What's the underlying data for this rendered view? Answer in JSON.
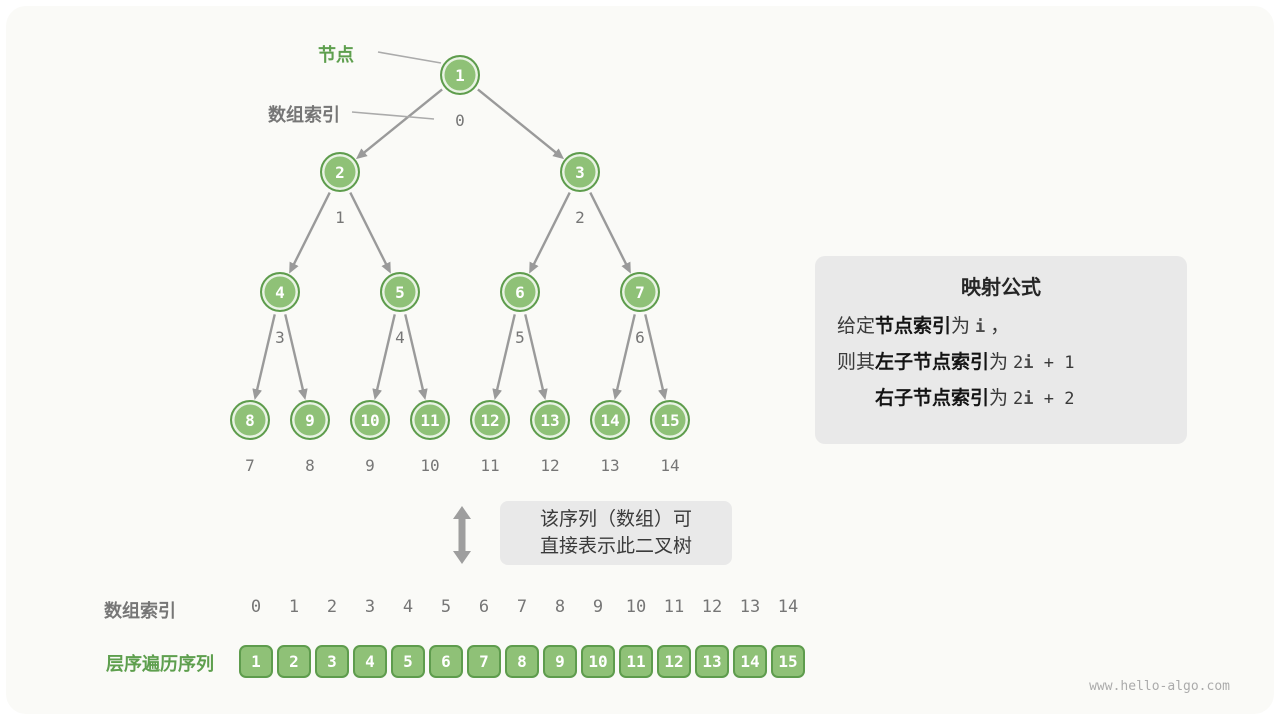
{
  "pointers": {
    "node_label": "节点",
    "index_label": "数组索引"
  },
  "tree": {
    "nodes": [
      {
        "value": "1",
        "index": "0"
      },
      {
        "value": "2",
        "index": "1"
      },
      {
        "value": "3",
        "index": "2"
      },
      {
        "value": "4",
        "index": "3"
      },
      {
        "value": "5",
        "index": "4"
      },
      {
        "value": "6",
        "index": "5"
      },
      {
        "value": "7",
        "index": "6"
      },
      {
        "value": "8",
        "index": "7"
      },
      {
        "value": "9",
        "index": "8"
      },
      {
        "value": "10",
        "index": "9"
      },
      {
        "value": "11",
        "index": "10"
      },
      {
        "value": "12",
        "index": "11"
      },
      {
        "value": "13",
        "index": "12"
      },
      {
        "value": "14",
        "index": "13"
      },
      {
        "value": "15",
        "index": "14"
      }
    ]
  },
  "formula": {
    "title": "映射公式",
    "line1": {
      "pre": "给定",
      "bold": "节点索引",
      "mid": "为",
      "code_pre": "",
      "code_var": "i",
      "code_post": "",
      "post": "，"
    },
    "line2": {
      "pre": "则其",
      "bold": "左子节点索引",
      "mid": "为",
      "code_pre": "2",
      "code_var": "i",
      "code_post": " + 1",
      "post": ""
    },
    "line3": {
      "pre": "",
      "bold": "右子节点索引",
      "mid": "为",
      "code_pre": "2",
      "code_var": "i",
      "code_post": " + 2",
      "post": ""
    }
  },
  "bridge": {
    "line1": "该序列（数组）可",
    "line2": "直接表示此二叉树"
  },
  "array_section": {
    "index_label": "数组索引",
    "sequence_label": "层序遍历序列",
    "indices": [
      "0",
      "1",
      "2",
      "3",
      "4",
      "5",
      "6",
      "7",
      "8",
      "9",
      "10",
      "11",
      "12",
      "13",
      "14"
    ],
    "values": [
      "1",
      "2",
      "3",
      "4",
      "5",
      "6",
      "7",
      "8",
      "9",
      "10",
      "11",
      "12",
      "13",
      "14",
      "15"
    ]
  },
  "watermark": "www.hello-algo.com",
  "colors": {
    "green_text": "#5E9F4E",
    "node_fill": "#8FC177",
    "node_border": "#5E9C4D",
    "gray_text": "#767676",
    "box_bg": "#E9E9E9",
    "arrow": "#9A9A9A"
  }
}
